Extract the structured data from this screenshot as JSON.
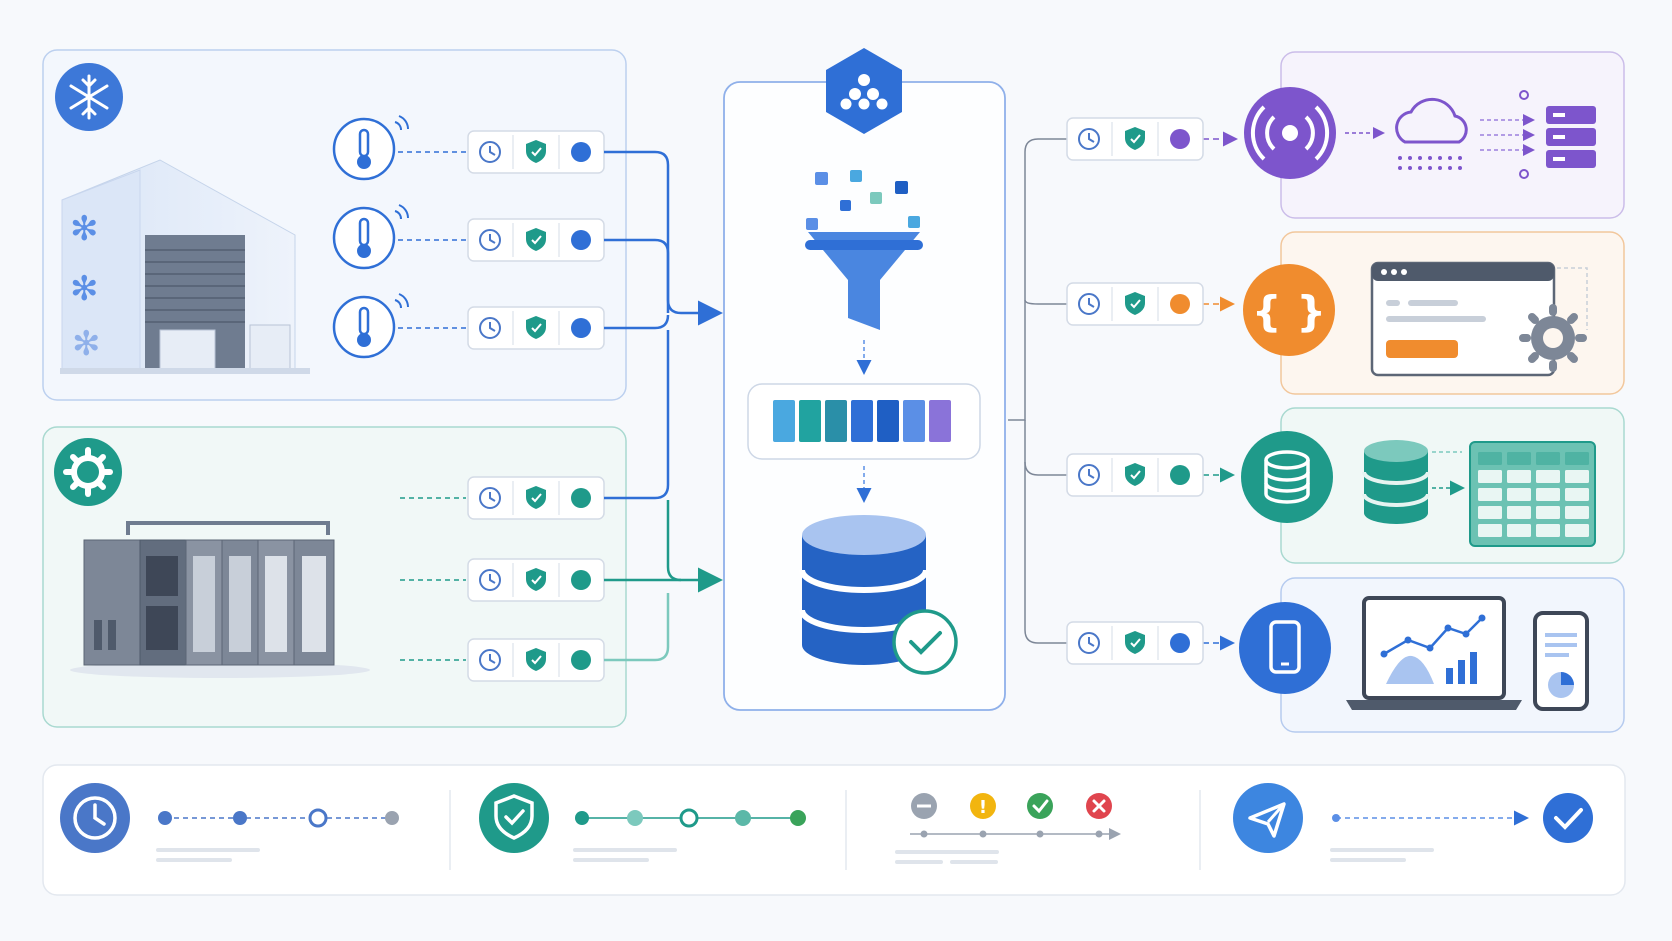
{
  "colors": {
    "blue": "#2f6fd6",
    "blue_light": "#5b8fe6",
    "teal": "#1f9a8a",
    "teal_light": "#7cc9bd",
    "purple": "#7d55cc",
    "orange": "#f08c2e",
    "green": "#3aa35a",
    "red": "#e0454e",
    "yellow": "#f2b50f",
    "gray": "#9aa3b0"
  },
  "sources": {
    "cold_storage": {
      "icon": "snowflake-icon",
      "sensors": [
        "thermometer-icon",
        "thermometer-icon",
        "thermometer-icon"
      ],
      "status_dot": "blue"
    },
    "industrial": {
      "icon": "gear-icon",
      "device": "plc-rack-icon",
      "status_dot": "teal"
    }
  },
  "tag_icons": [
    "clock-icon",
    "shield-check-icon",
    "status-dot"
  ],
  "hub": {
    "icon": "hexagon-cluster-icon",
    "stages": [
      "funnel-icon",
      "queue-icon",
      "database-check-icon"
    ],
    "queue_colors": [
      "#4aa8e0",
      "#21a3a0",
      "#2a8fa8",
      "#2f6fd6",
      "#1f5fc4",
      "#5b8fe6",
      "#8a73d9"
    ]
  },
  "outputs": [
    {
      "icon": "broadcast-icon",
      "color": "purple",
      "detail": "cloud-servers-icon"
    },
    {
      "icon": "code-braces-icon",
      "color": "orange",
      "detail": "web-app-settings-icon"
    },
    {
      "icon": "database-icon",
      "color": "teal",
      "detail": "database-table-icon"
    },
    {
      "icon": "smartphone-icon",
      "color": "blue",
      "detail": "dashboard-devices-icon"
    }
  ],
  "legend": [
    {
      "icon": "clock-icon",
      "color": "blue"
    },
    {
      "icon": "shield-check-icon",
      "color": "teal"
    },
    {
      "icons": [
        "minus-status-icon",
        "warning-status-icon",
        "ok-status-icon",
        "error-status-icon"
      ]
    },
    {
      "icon": "send-icon",
      "color": "blue"
    }
  ]
}
